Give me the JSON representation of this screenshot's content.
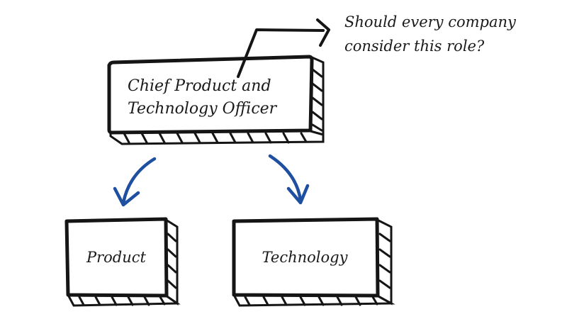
{
  "diagram": {
    "root": {
      "line1": "Chief Product and",
      "line2": "Technology Officer"
    },
    "children": [
      {
        "label": "Product"
      },
      {
        "label": "Technology"
      }
    ],
    "annotation": {
      "line1": "Should every company",
      "line2": "consider this role?"
    },
    "colors": {
      "ink": "#151515",
      "arrow": "#1f4fa0",
      "background": "#ffffff"
    }
  }
}
